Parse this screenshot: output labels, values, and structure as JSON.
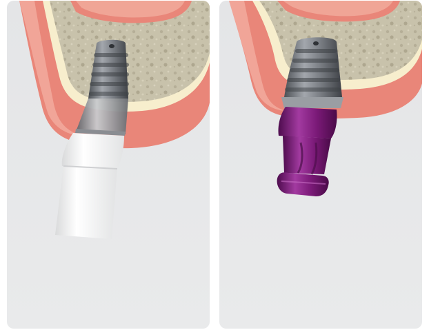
{
  "figure": {
    "panels": [
      {
        "id": "left",
        "description_tag": "implant-with-white-abutment",
        "abutment_color": "#f3f3f3"
      },
      {
        "id": "right",
        "description_tag": "implant-with-purple-healing-abutment",
        "abutment_color": "#7b1a78"
      }
    ],
    "colors": {
      "panel_bg": "#e6e7e9",
      "gum": "#e9857a",
      "gum_outer": "#f4b6a8",
      "bone_outline": "#f6edcb",
      "bone": "#c9c3ad",
      "implant_metal": "#7d8187",
      "purple": "#7b1a78"
    }
  }
}
